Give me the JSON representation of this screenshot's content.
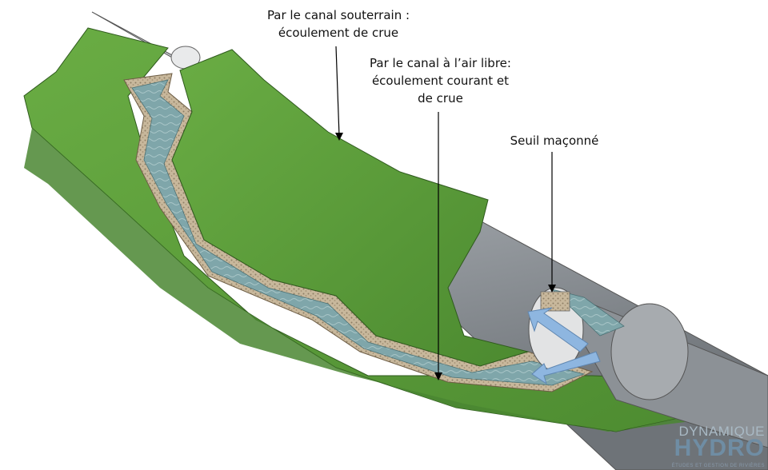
{
  "labels": {
    "underground": [
      "Par le canal souterrain :",
      "écoulement de crue"
    ],
    "open_channel": [
      "Par le canal à l’air libre:",
      "écoulement courant et",
      "de crue"
    ],
    "weir": "Seuil maçonné"
  },
  "logo": {
    "top": "DYNAMIQUE",
    "main": "HYDRO",
    "sub": "ÉTUDES ET GESTION DE RIVIÈRES"
  },
  "colors": {
    "grass": "#5c9c3c",
    "grass_light": "#6aad44",
    "grass_dark": "#447a2b",
    "pipe": "#9ea3a8",
    "pipe_dark": "#6e7378",
    "water": "#7fa6aa",
    "gravel": "#c8b89c",
    "arrow": "#8eb6e0"
  }
}
